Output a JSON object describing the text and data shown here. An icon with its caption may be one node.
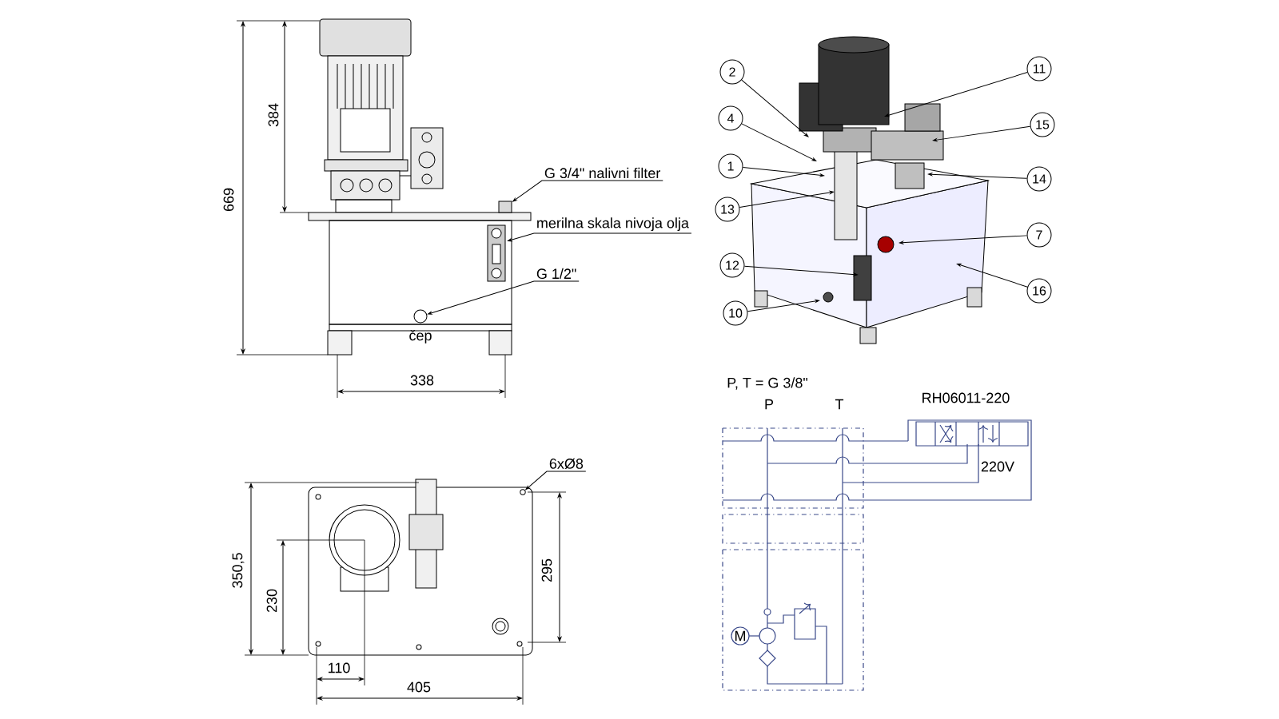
{
  "diagram": {
    "nodes": [
      {
        "text": [
          "G 3/4\" nalivni filter"
        ]
      },
      {
        "text": [
          "merilna skala nivoja olja"
        ]
      },
      {
        "text": [
          "G 1/2\""
        ]
      },
      {
        "text": [
          "2"
        ]
      },
      {
        "text": [
          "4"
        ]
      },
      {
        "text": [
          "1"
        ]
      },
      {
        "text": [
          "13"
        ]
      },
      {
        "text": [
          "12"
        ]
      },
      {
        "text": [
          "10"
        ]
      },
      {
        "text": [
          "11"
        ]
      },
      {
        "text": [
          "15"
        ]
      },
      {
        "text": [
          "14"
        ]
      },
      {
        "text": [
          "7"
        ]
      },
      {
        "text": [
          "16"
        ]
      },
      {
        "text": [
          "6xØ8"
        ]
      },
      {
        "text": [],
        "shape": "circle",
        "beside": [
          "čep"
        ]
      },
      {
        "text": [],
        "shape": "box"
      },
      {
        "text": [],
        "shape": "circle"
      }
    ],
    "edges": [
      {
        "from": 0,
        "to": 16,
        "arrow": "to"
      },
      {
        "from": 1,
        "to": null,
        "arrow": "to"
      },
      {
        "from": 2,
        "to": 15,
        "arrow": "to"
      },
      {
        "from": 3,
        "to": null,
        "arrow": "to"
      },
      {
        "from": 4,
        "to": null,
        "arrow": "to"
      },
      {
        "from": 5,
        "to": null,
        "arrow": "to"
      },
      {
        "from": 6,
        "to": null,
        "arrow": "to"
      },
      {
        "from": 7,
        "to": null,
        "arrow": "to"
      },
      {
        "from": 8,
        "to": null,
        "arrow": "to"
      },
      {
        "from": 9,
        "to": null,
        "arrow": "to"
      },
      {
        "from": 10,
        "to": null,
        "arrow": "to"
      },
      {
        "from": 11,
        "to": null,
        "arrow": "to"
      },
      {
        "from": 12,
        "to": null,
        "arrow": "to"
      },
      {
        "from": 13,
        "to": null,
        "arrow": "to"
      },
      {
        "from": 14,
        "to": 17,
        "arrow": "to"
      }
    ],
    "labels": [
      "669",
      "384",
      "338",
      "350,5",
      "230",
      "295",
      "110",
      "405",
      "P, T = G 3/8\"",
      "P",
      "T",
      "RH06011-220",
      "220V",
      "M"
    ]
  }
}
